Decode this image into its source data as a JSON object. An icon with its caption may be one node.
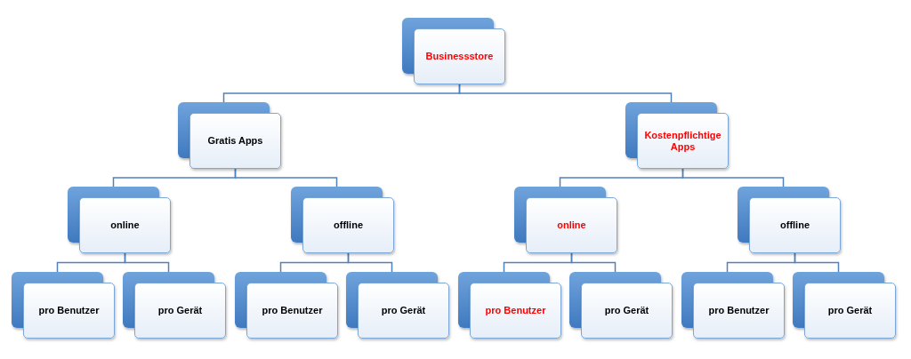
{
  "diagram": {
    "nodes": [
      {
        "text": [
          "Businessstore"
        ]
      },
      {
        "text": [
          "Gratis Apps"
        ]
      },
      {
        "text": [
          "Kostenpflichtige Apps"
        ]
      },
      {
        "text": [
          "online"
        ]
      },
      {
        "text": [
          "offline"
        ]
      },
      {
        "text": [
          "online"
        ]
      },
      {
        "text": [
          "offline"
        ]
      },
      {
        "text": [
          "pro Benutzer"
        ]
      },
      {
        "text": [
          "pro Gerät"
        ]
      },
      {
        "text": [
          "pro Benutzer"
        ]
      },
      {
        "text": [
          "pro Gerät"
        ]
      },
      {
        "text": [
          "pro Benutzer"
        ]
      },
      {
        "text": [
          "pro Gerät"
        ]
      },
      {
        "text": [
          "pro Benutzer"
        ]
      },
      {
        "text": [
          "pro Gerät"
        ]
      }
    ],
    "edges": [
      {
        "from": 0,
        "to": 1,
        "arrow": "none"
      },
      {
        "from": 0,
        "to": 2,
        "arrow": "none"
      },
      {
        "from": 1,
        "to": 3,
        "arrow": "none"
      },
      {
        "from": 1,
        "to": 4,
        "arrow": "none"
      },
      {
        "from": 2,
        "to": 5,
        "arrow": "none"
      },
      {
        "from": 2,
        "to": 6,
        "arrow": "none"
      },
      {
        "from": 3,
        "to": 7,
        "arrow": "none"
      },
      {
        "from": 3,
        "to": 8,
        "arrow": "none"
      },
      {
        "from": 4,
        "to": 9,
        "arrow": "none"
      },
      {
        "from": 4,
        "to": 10,
        "arrow": "none"
      },
      {
        "from": 5,
        "to": 11,
        "arrow": "none"
      },
      {
        "from": 5,
        "to": 12,
        "arrow": "none"
      },
      {
        "from": 6,
        "to": 13,
        "arrow": "none"
      },
      {
        "from": 6,
        "to": 14,
        "arrow": "none"
      }
    ]
  }
}
